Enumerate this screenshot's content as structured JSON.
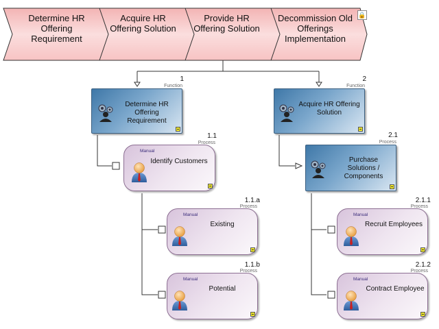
{
  "value_chain": [
    {
      "label": "Determine HR\nOffering\nRequirement"
    },
    {
      "label": "Acquire HR\nOffering Solution"
    },
    {
      "label": "Provide HR\nOffering Solution"
    },
    {
      "label": "Decommission Old\nOfferings\nImplementation"
    }
  ],
  "functions": [
    {
      "number": "1",
      "kind": "Function",
      "label": "Determine HR\nOffering\nRequirement"
    },
    {
      "number": "2",
      "kind": "Function",
      "label": "Acquire HR Offering\nSolution"
    },
    {
      "number": "2.1",
      "kind": "Process",
      "label": "Purchase\nSolutions /\nComponents"
    }
  ],
  "processes": [
    {
      "number": "1.1",
      "kind": "Process",
      "mode": "Manual",
      "label": "Identify Customers"
    },
    {
      "number": "1.1.a",
      "kind": "Process",
      "mode": "Manual",
      "label": "Existing"
    },
    {
      "number": "1.1.b",
      "kind": "Process",
      "mode": "Manual",
      "label": "Potential"
    },
    {
      "number": "2.1.1",
      "kind": "Process",
      "mode": "Manual",
      "label": "Recruit Employees"
    },
    {
      "number": "2.1.2",
      "kind": "Process",
      "mode": "Manual",
      "label": "Contract Employee"
    }
  ],
  "colors": {
    "chevron_fill": "#f7c9c9",
    "function_fill": "#4a82b0",
    "process_fill": "#e2d2e5",
    "marker": "#f2ea2a"
  },
  "icons": [
    "gear-person-icon",
    "worker-icon",
    "lock-icon"
  ]
}
